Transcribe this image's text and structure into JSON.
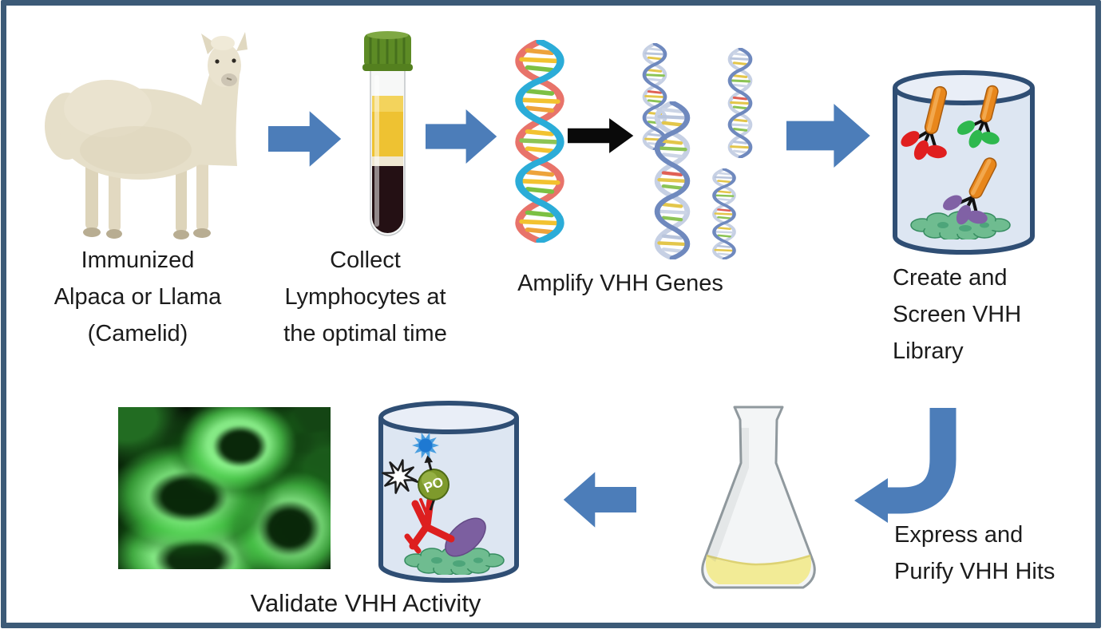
{
  "steps": [
    {
      "name": "immunize",
      "caption": "Immunized\nAlpaca or Llama\n(Camelid)",
      "illustration": "alpaca-photo"
    },
    {
      "name": "collect",
      "caption": "Collect\nLymphocytes at\nthe optimal time",
      "illustration": "blood-collection-tube"
    },
    {
      "name": "amplify",
      "caption": "Amplify VHH Genes",
      "illustration": "dna-double-helices"
    },
    {
      "name": "library",
      "caption": "Create and\nScreen VHH\nLibrary",
      "illustration": "beaker-with-vhh-phages"
    },
    {
      "name": "express",
      "caption": "Express and\nPurify VHH Hits",
      "illustration": "erlenmeyer-flask"
    },
    {
      "name": "validate",
      "caption": "Validate VHH Activity",
      "illustration": "fluorescence-micrograph-and-assay-beaker"
    }
  ],
  "labels": {
    "enzyme": "PO"
  },
  "colors": {
    "frame_border": "#3c5a77",
    "flow_arrow_blue": "#4c7db9",
    "amplify_arrow_black": "#0a0a0a",
    "beaker_fill": "#dde6f2",
    "beaker_stroke": "#2f4e74",
    "tube_cap_green": "#5d8b25",
    "plasma_yellow": "#eec232",
    "blood_dark": "#241014",
    "dna_strand_blue": "#2bacd8",
    "dna_strand_red": "#e8736a",
    "phage_rod_orange": "#e8871c",
    "vhh_red": "#e01f1f",
    "vhh_green": "#2eb84e",
    "vhh_purple": "#8061a5",
    "antigen_splat_green": "#6fbc90",
    "antibody_red": "#dd1f1f",
    "enzyme_olive": "#7e9a2c",
    "signal_blue": "#1e79d2",
    "flask_liquid_yellow": "#f2eb96",
    "fluorescence_green": "#46d446"
  },
  "icons": {
    "alpaca-image": "alpaca photo",
    "blood-tube-icon": "vacutainer blood tube with green cap",
    "dna-helix-icon": "colored DNA double helix",
    "dna-copy-icon": "amplified DNA double helix copy",
    "flow-arrow-right-icon": "blue block arrow pointing right",
    "amplify-arrow-icon": "black arrow pointing right",
    "flow-arrow-corner-icon": "blue arrow curving down then left",
    "flow-arrow-left-icon": "blue block arrow pointing left",
    "library-beaker-icon": "beaker with phage-displayed VHH clones on antigen",
    "flask-icon": "Erlenmeyer flask with culture medium",
    "assay-beaker-icon": "beaker with antibody, antigen and PO reporter",
    "micrograph-image": "green fluorescence cell micrograph"
  }
}
